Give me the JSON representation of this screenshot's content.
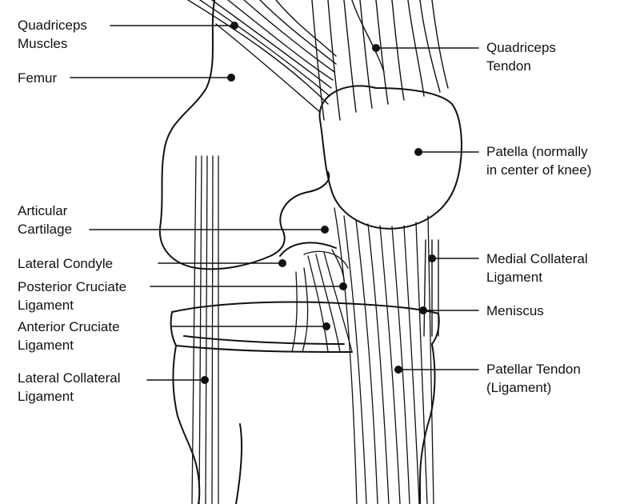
{
  "colors": {
    "ink": "#111111",
    "background": "#ffffff"
  },
  "labels": {
    "quadriceps_muscles": [
      "Quadriceps",
      "Muscles"
    ],
    "femur": [
      "Femur"
    ],
    "articular_cartilage": [
      "Articular",
      "Cartilage"
    ],
    "lateral_condyle": [
      "Lateral Condyle"
    ],
    "posterior_cruciate_ligament": [
      "Posterior Cruciate",
      "Ligament"
    ],
    "anterior_cruciate_ligament": [
      "Anterior Cruciate",
      "Ligament"
    ],
    "lateral_collateral_ligament": [
      "Lateral Collateral",
      "Ligament"
    ],
    "quadriceps_tendon": [
      "Quadriceps",
      "Tendon"
    ],
    "patella": [
      "Patella (normally",
      "in center of knee)"
    ],
    "medial_collateral_ligament": [
      "Medial Collateral",
      "Ligament"
    ],
    "meniscus": [
      "Meniscus"
    ],
    "patellar_tendon": [
      "Patellar Tendon",
      "(Ligament)"
    ]
  }
}
